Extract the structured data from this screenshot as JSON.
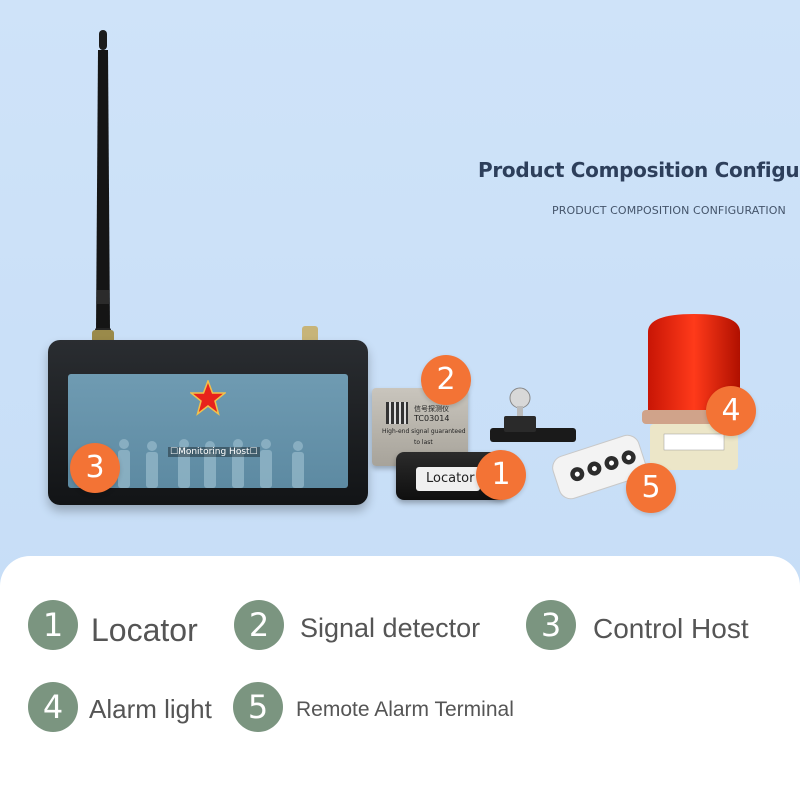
{
  "header": {
    "title": "Product Composition Configuration",
    "subtitle": "PRODUCT COMPOSITION CONFIGURATION"
  },
  "product_image": {
    "host_label": "☐Monitoring Host☐",
    "locator_label": "Locator",
    "detector_text": {
      "line1": "信号探测仪",
      "line2": "TC03014",
      "line3": "High-end signal guaranteed",
      "line4": "to last"
    },
    "callouts": [
      "1",
      "2",
      "3",
      "4",
      "5"
    ],
    "colors": {
      "callout": "#f37335",
      "background": "#c9e0f7",
      "device_body": "#1b1d20",
      "alarm_dome": "#f02a10"
    }
  },
  "legend": {
    "items": [
      {
        "number": "1",
        "label": "Locator"
      },
      {
        "number": "2",
        "label": "Signal detector"
      },
      {
        "number": "3",
        "label": "Control Host"
      },
      {
        "number": "4",
        "label": "Alarm light"
      },
      {
        "number": "5",
        "label": "Remote Alarm Terminal"
      }
    ],
    "colors": {
      "number_circle": "#7b9580",
      "text": "#555555"
    }
  }
}
